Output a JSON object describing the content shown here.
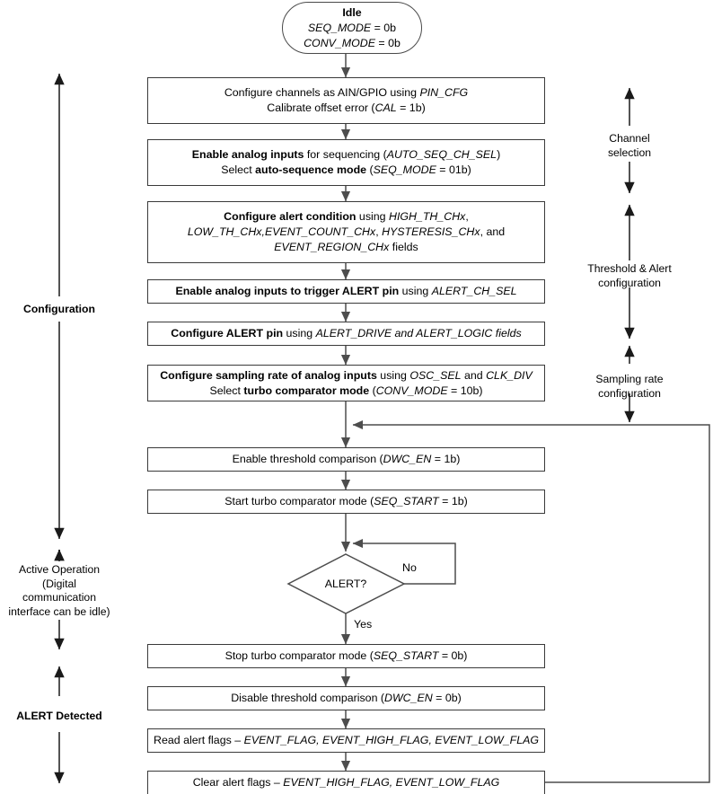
{
  "diagram": {
    "title": "Turbo comparator mode configuration flowchart",
    "colors": {
      "stroke": "#3a3a3a",
      "line": "#4d4d4d",
      "background": "#ffffff",
      "text": "#000000"
    }
  },
  "start": {
    "shape": "oval",
    "line1": "Idle",
    "line2_var": "SEQ_MODE",
    "line2_rest": " = 0b",
    "line3_var": "CONV_MODE",
    "line3_rest": " = 0b"
  },
  "steps": [
    {
      "id": "pin-cfg",
      "lines": [
        {
          "parts": [
            {
              "t": "Configure channels as AIN/GPIO using ",
              "s": "n"
            },
            {
              "t": "PIN_CFG",
              "s": "i"
            }
          ]
        },
        {
          "parts": [
            {
              "t": "Calibrate offset error (",
              "s": "n"
            },
            {
              "t": "CAL",
              "s": "i"
            },
            {
              "t": " = 1b)",
              "s": "n"
            }
          ]
        }
      ]
    },
    {
      "id": "enable-analog-inputs",
      "lines": [
        {
          "parts": [
            {
              "t": "Enable analog inputs",
              "s": "b"
            },
            {
              "t": " for sequencing (",
              "s": "n"
            },
            {
              "t": "AUTO_SEQ_CH_SEL",
              "s": "i"
            },
            {
              "t": ")",
              "s": "n"
            }
          ]
        },
        {
          "parts": [
            {
              "t": "Select ",
              "s": "n"
            },
            {
              "t": "auto-sequence mode",
              "s": "b"
            },
            {
              "t": " (",
              "s": "n"
            },
            {
              "t": "SEQ_MODE",
              "s": "i"
            },
            {
              "t": " = 01b)",
              "s": "n"
            }
          ]
        }
      ]
    },
    {
      "id": "configure-alert-condition",
      "lines": [
        {
          "parts": [
            {
              "t": "Configure alert condition",
              "s": "b"
            },
            {
              "t": " using ",
              "s": "n"
            },
            {
              "t": "HIGH_TH_CHx",
              "s": "i"
            },
            {
              "t": ",",
              "s": "n"
            }
          ]
        },
        {
          "parts": [
            {
              "t": "LOW_TH_CHx,",
              "s": "i"
            },
            {
              "t": "EVENT_COUNT_CHx",
              "s": "i"
            },
            {
              "t": ", ",
              "s": "n"
            },
            {
              "t": "HYSTERESIS_CHx",
              "s": "i"
            },
            {
              "t": ", and",
              "s": "n"
            }
          ]
        },
        {
          "parts": [
            {
              "t": "EVENT_REGION_CHx",
              "s": "i"
            },
            {
              "t": " fields",
              "s": "n"
            }
          ]
        }
      ]
    },
    {
      "id": "alert-ch-sel",
      "lines": [
        {
          "parts": [
            {
              "t": "Enable analog inputs to trigger ALERT pin",
              "s": "b"
            },
            {
              "t": " using ",
              "s": "n"
            },
            {
              "t": "ALERT_CH_SEL",
              "s": "i"
            }
          ]
        }
      ]
    },
    {
      "id": "configure-alert-pin",
      "lines": [
        {
          "parts": [
            {
              "t": "Configure ALERT pin",
              "s": "b"
            },
            {
              "t": " using ",
              "s": "n"
            },
            {
              "t": "ALERT_DRIVE and ALERT_LOGIC fields",
              "s": "i"
            }
          ]
        }
      ]
    },
    {
      "id": "configure-sampling-rate",
      "lines": [
        {
          "parts": [
            {
              "t": "Configure sampling rate of analog inputs",
              "s": "b"
            },
            {
              "t": " using ",
              "s": "n"
            },
            {
              "t": "OSC_SEL",
              "s": "i"
            },
            {
              "t": " and ",
              "s": "n"
            },
            {
              "t": "CLK_DIV",
              "s": "i"
            }
          ]
        },
        {
          "parts": [
            {
              "t": "Select ",
              "s": "n"
            },
            {
              "t": "turbo comparator mode",
              "s": "b"
            },
            {
              "t": " (",
              "s": "n"
            },
            {
              "t": "CONV_MODE",
              "s": "i"
            },
            {
              "t": " = 10b)",
              "s": "n"
            }
          ]
        }
      ]
    },
    {
      "id": "enable-threshold-comparison",
      "lines": [
        {
          "parts": [
            {
              "t": "Enable threshold comparison (",
              "s": "n"
            },
            {
              "t": "DWC_EN",
              "s": "i"
            },
            {
              "t": " = 1b)",
              "s": "n"
            }
          ]
        }
      ]
    },
    {
      "id": "start-turbo-comparator",
      "lines": [
        {
          "parts": [
            {
              "t": "Start turbo comparator mode (",
              "s": "n"
            },
            {
              "t": "SEQ_START",
              "s": "i"
            },
            {
              "t": " = 1b)",
              "s": "n"
            }
          ]
        }
      ]
    },
    {
      "id": "stop-turbo-comparator",
      "lines": [
        {
          "parts": [
            {
              "t": "Stop turbo comparator mode (",
              "s": "n"
            },
            {
              "t": "SEQ_START",
              "s": "i"
            },
            {
              "t": " = 0b)",
              "s": "n"
            }
          ]
        }
      ]
    },
    {
      "id": "disable-threshold-comparison",
      "lines": [
        {
          "parts": [
            {
              "t": "Disable threshold comparison (",
              "s": "n"
            },
            {
              "t": "DWC_EN",
              "s": "i"
            },
            {
              "t": " = 0b)",
              "s": "n"
            }
          ]
        }
      ]
    },
    {
      "id": "read-alert-flags",
      "lines": [
        {
          "parts": [
            {
              "t": "Read alert flags – ",
              "s": "n"
            },
            {
              "t": "EVENT_FLAG, EVENT_HIGH_FLAG, EVENT_LOW_FLAG",
              "s": "i"
            }
          ]
        }
      ]
    },
    {
      "id": "clear-alert-flags",
      "lines": [
        {
          "parts": [
            {
              "t": "Clear alert flags – ",
              "s": "n"
            },
            {
              "t": "EVENT_HIGH_FLAG, EVENT_LOW_FLAG",
              "s": "i"
            }
          ]
        }
      ]
    }
  ],
  "decision": {
    "label": "ALERT?",
    "yes_label": "Yes",
    "no_label": "No"
  },
  "left_annotations": [
    {
      "id": "configuration",
      "text": "Configuration",
      "bold": true
    },
    {
      "id": "active-operation",
      "line1": "Active Operation",
      "line2": "(Digital",
      "line3": "communication",
      "line4": "interface can be idle)"
    },
    {
      "id": "alert-detected",
      "text": "ALERT Detected",
      "bold": true
    }
  ],
  "right_annotations": [
    {
      "id": "channel-selection",
      "line1": "Channel",
      "line2": "selection"
    },
    {
      "id": "threshold-alert-configuration",
      "line1": "Threshold & Alert",
      "line2": "configuration"
    },
    {
      "id": "sampling-rate-configuration",
      "line1": "Sampling rate",
      "line2": "configuration"
    }
  ]
}
